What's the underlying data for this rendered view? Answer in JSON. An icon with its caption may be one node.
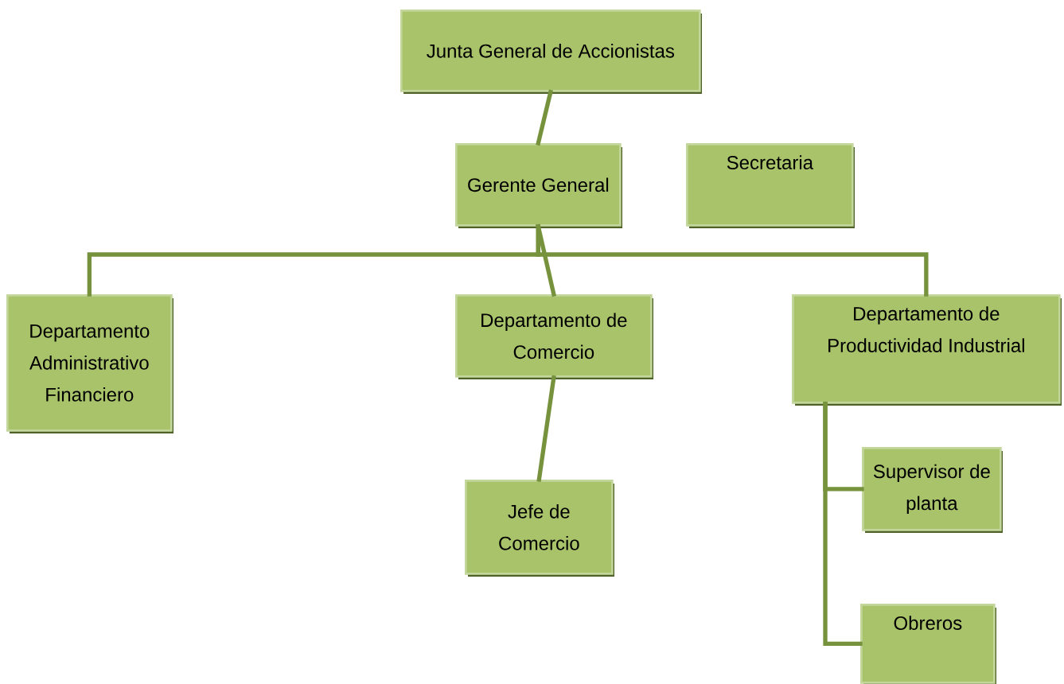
{
  "diagram": {
    "nodes": [
      {
        "text": [
          "Junta General de Accionistas"
        ]
      },
      {
        "text": [
          "Gerente General"
        ]
      },
      {
        "text": [
          "Secretaria"
        ]
      },
      {
        "text": [
          "Departamento Administrativo Financiero"
        ]
      },
      {
        "text": [
          "Departamento de Comercio"
        ]
      },
      {
        "text": [
          "Departamento de Productividad Industrial"
        ]
      },
      {
        "text": [
          "Jefe de Comercio"
        ]
      },
      {
        "text": [
          "Supervisor de planta"
        ]
      },
      {
        "text": [
          "Obreros"
        ]
      }
    ],
    "edges": [
      {
        "from": 0,
        "to": 1,
        "arrow": "none"
      },
      {
        "from": 1,
        "to": 3,
        "arrow": "none"
      },
      {
        "from": 1,
        "to": 4,
        "arrow": "none"
      },
      {
        "from": 1,
        "to": 5,
        "arrow": "none"
      },
      {
        "from": 4,
        "to": 6,
        "arrow": "none"
      },
      {
        "from": 5,
        "to": 7,
        "arrow": "none"
      },
      {
        "from": 5,
        "to": 8,
        "arrow": "none"
      }
    ]
  }
}
